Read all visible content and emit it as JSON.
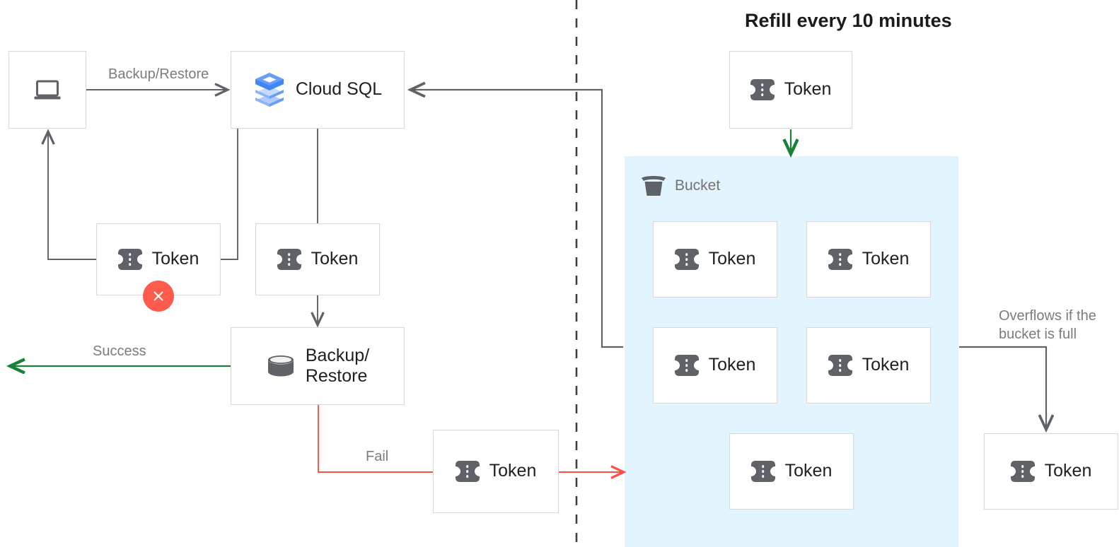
{
  "title": "Refill every 10 minutes",
  "colors": {
    "wire": "#5f6368",
    "success": "#188038",
    "fail": "#ff4f42",
    "error_badge": "#ff5b4d",
    "bucket_bg": "#e2f4fd",
    "box_border": "#d8d8d8",
    "label_text": "#7c7c7c",
    "node_text": "#1f1f1f",
    "token_icon": "#5f6368",
    "cloudsql_blue": "#4285f4"
  },
  "nodes": {
    "client": {
      "label": "",
      "icon": "laptop-icon"
    },
    "cloud_sql": {
      "label": "Cloud SQL",
      "icon": "cloud-sql-icon"
    },
    "token_client": {
      "label": "Token",
      "icon": "token-icon"
    },
    "token_sql": {
      "label": "Token",
      "icon": "token-icon"
    },
    "backup_restore": {
      "label": "Backup/\nRestore",
      "icon": "database-icon"
    },
    "token_fail": {
      "label": "Token",
      "icon": "token-icon"
    },
    "token_refill": {
      "label": "Token",
      "icon": "token-icon"
    },
    "token_overflow": {
      "label": "Token",
      "icon": "token-icon"
    }
  },
  "bucket": {
    "label": "Bucket",
    "icon": "bucket-icon",
    "tokens": [
      {
        "label": "Token",
        "icon": "token-icon"
      },
      {
        "label": "Token",
        "icon": "token-icon"
      },
      {
        "label": "Token",
        "icon": "token-icon"
      },
      {
        "label": "Token",
        "icon": "token-icon"
      },
      {
        "label": "Token",
        "icon": "token-icon"
      }
    ]
  },
  "edges": {
    "backup_restore": "Backup/Restore",
    "success": "Success",
    "fail": "Fail",
    "overflow": "Overflows if the\nbucket is full"
  }
}
